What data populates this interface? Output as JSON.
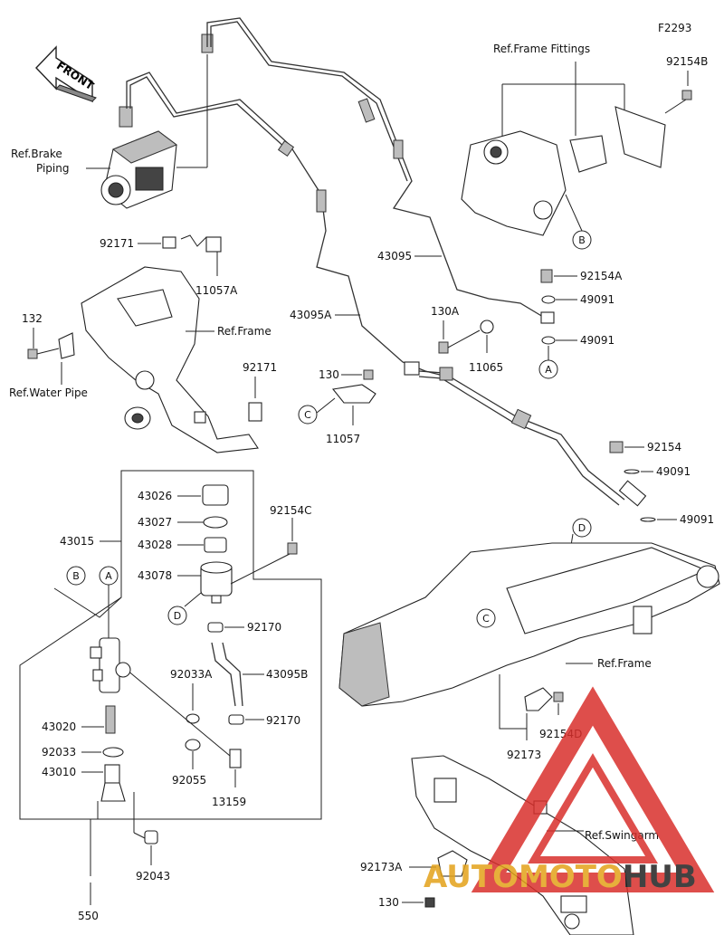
{
  "figure_id": "F2293",
  "front_label": "FRONT",
  "ref_labels": {
    "frame_fittings": "Ref.Frame Fittings",
    "brake_piping_1": "Ref.Brake",
    "brake_piping_2": "Piping",
    "frame_top": "Ref.Frame",
    "water_pipe": "Ref.Water Pipe",
    "frame_bottom": "Ref.Frame",
    "swingarm": "Ref.Swingarm"
  },
  "part_numbers": {
    "p92154B": "92154B",
    "p92171_top": "92171",
    "p11057A": "11057A",
    "p43095": "43095",
    "p92154A": "92154A",
    "p49091_a": "49091",
    "p49091_b": "49091",
    "p132": "132",
    "p43095A": "43095A",
    "p130A": "130A",
    "p11065": "11065",
    "p92171_mid": "92171",
    "p130_mid": "130",
    "p11057": "11057",
    "p92154": "92154",
    "p49091_c": "49091",
    "p49091_d": "49091",
    "p43026": "43026",
    "p43027": "43027",
    "p43028": "43028",
    "p43015": "43015",
    "p92154C": "92154C",
    "p43078": "43078",
    "p92170_a": "92170",
    "p92033A": "92033A",
    "p43095B": "43095B",
    "p92170_b": "92170",
    "p43020": "43020",
    "p92033": "92033",
    "p43010": "43010",
    "p92055": "92055",
    "p13159": "13159",
    "p92043": "92043",
    "p550": "550",
    "p92154D": "92154D",
    "p92173": "92173",
    "p92173A": "92173A",
    "p130_bot": "130"
  },
  "callouts": {
    "a1": "A",
    "a2": "A",
    "b1": "B",
    "b2": "B",
    "c1": "C",
    "c2": "C",
    "d1": "D",
    "d2": "D"
  },
  "watermark": {
    "text_part1": "AUTOMOTO",
    "text_part2": "HUB",
    "color_red": "#d9302c",
    "color_gold": "#e3a21a",
    "color_dark": "#222222"
  }
}
